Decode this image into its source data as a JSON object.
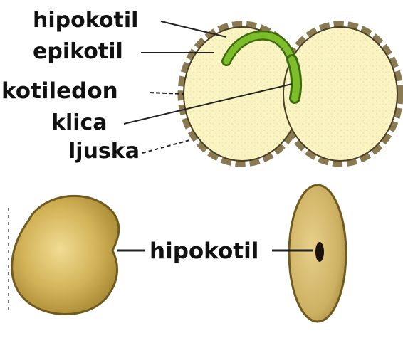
{
  "diagram": {
    "labels": {
      "hypocotyl_top": "hipokotil",
      "epicotyl": "epikotil",
      "cotyledon": "kotiledon",
      "embryo": "klica",
      "seed_coat": "ljuska",
      "hypocotyl_bottom": "hipokotil"
    },
    "colors": {
      "cotyledon_fill": "#faf3c2",
      "seed_coat": "#8a7a52",
      "embryo_green": "#7dbd2a",
      "bean_fill": "#d2b257",
      "bean_edge": "#6f5a1f",
      "hilum": "#1a1208",
      "leader_line": "#222222"
    }
  }
}
